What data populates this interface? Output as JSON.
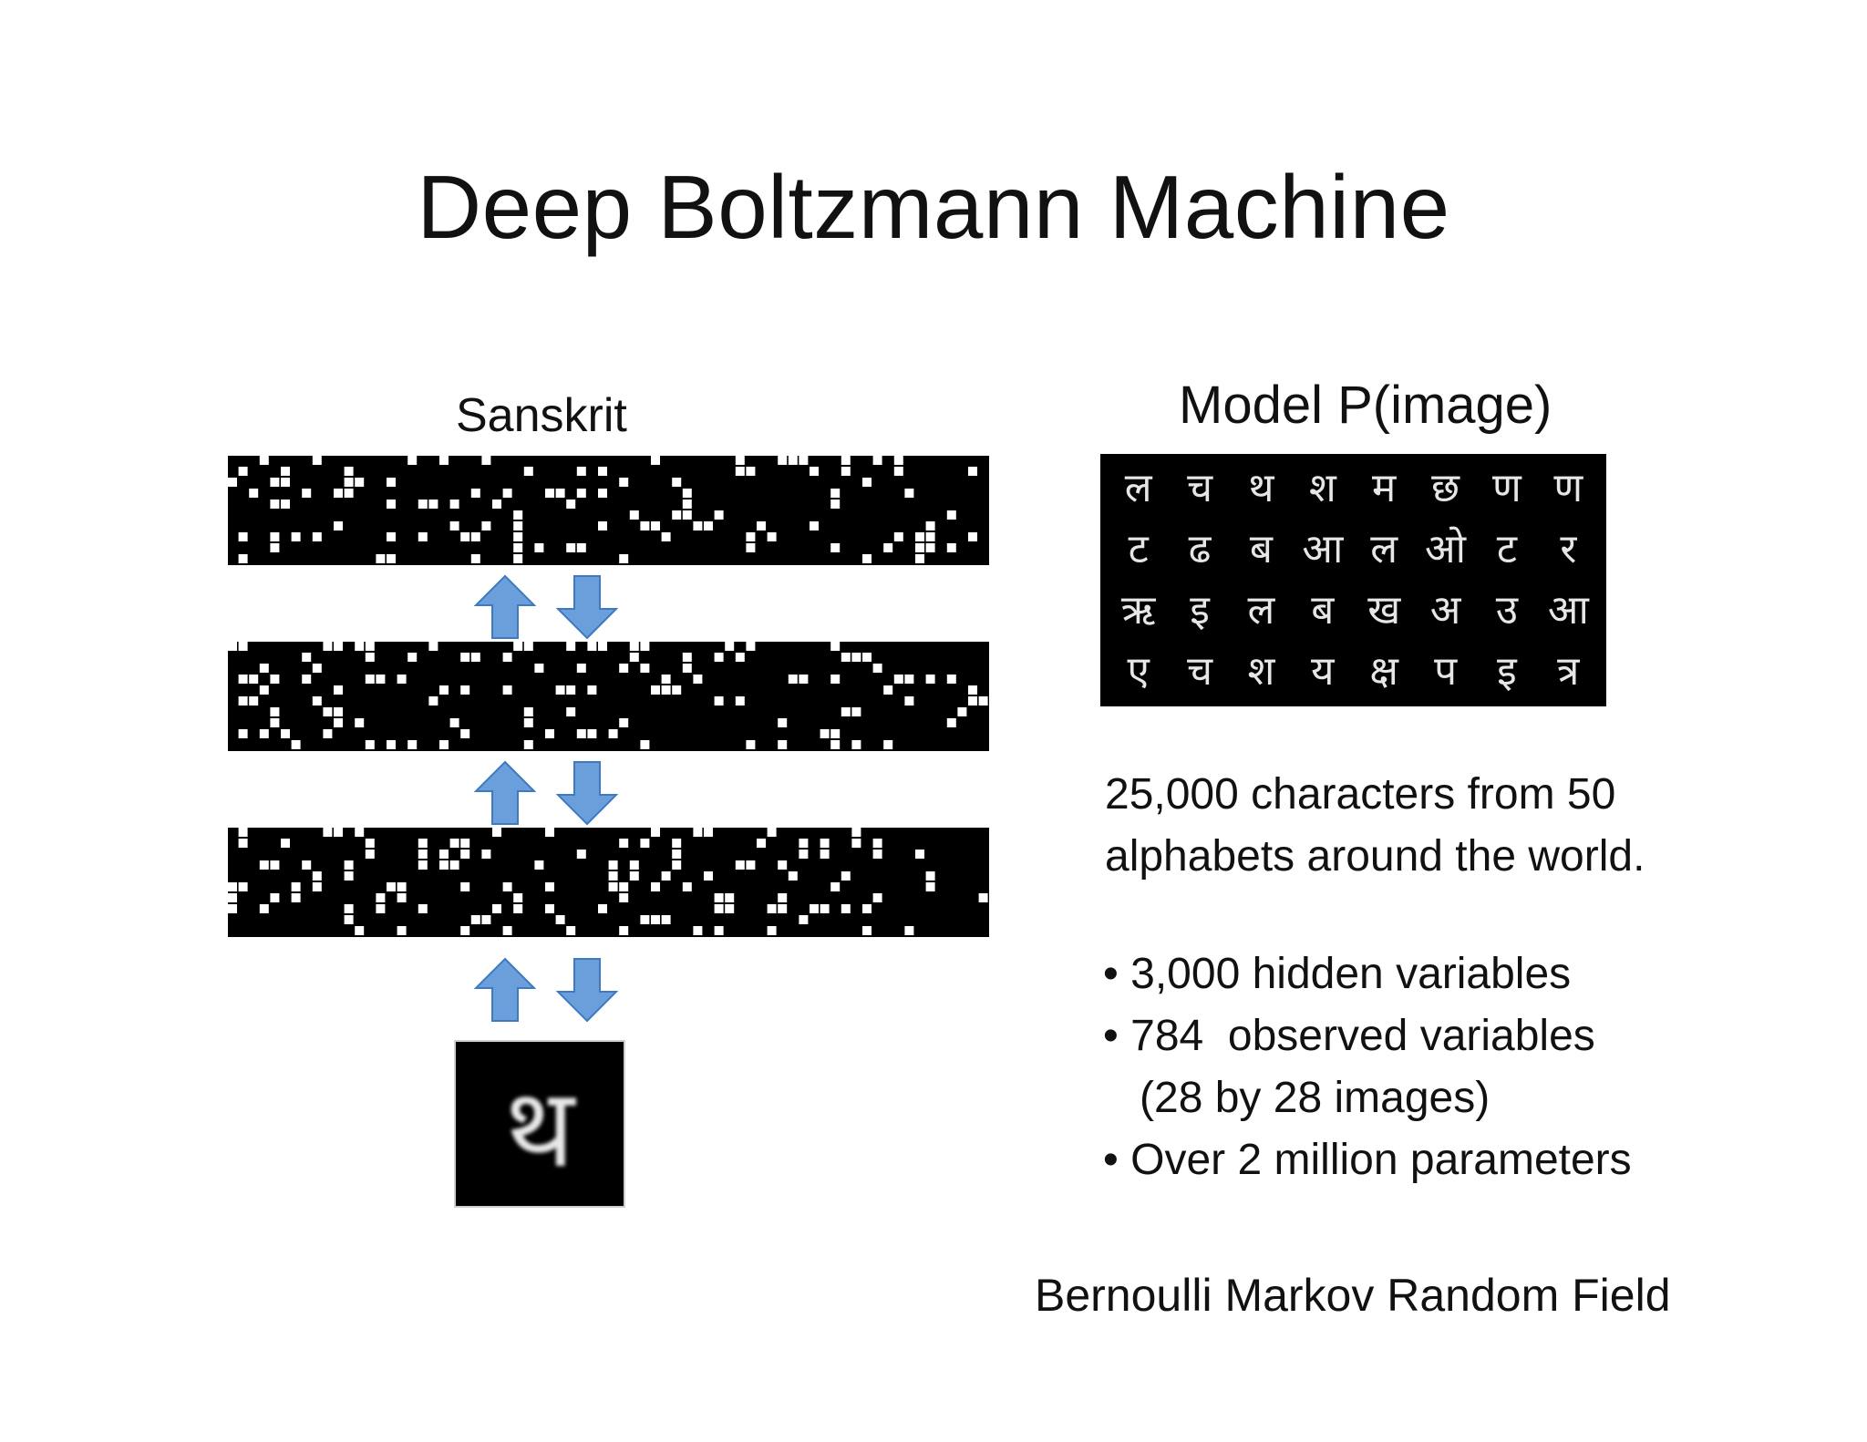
{
  "slide": {
    "title": "Deep Boltzmann Machine",
    "left_label": "Sanskrit",
    "right_label": "Model P(image)",
    "description_lines": [
      "25,000 characters from 50",
      "alphabets around the world."
    ],
    "bullets": [
      "• 3,000 hidden variables",
      "• 784  observed variables",
      "   (28 by 28 images)",
      "• Over 2 million parameters"
    ],
    "footer_note": "Bernoulli Markov Random Field",
    "input_character": "थ",
    "sample_characters": [
      "ल",
      "च",
      "थ",
      "श",
      "म",
      "छ",
      "ण",
      "ण",
      "ट",
      "ढ",
      "ब",
      "आ",
      "ल",
      "ओ",
      "ट",
      "र",
      "ऋ",
      "इ",
      "ल",
      "ब",
      "ख",
      "अ",
      "उ",
      "आ",
      "ए",
      "च",
      "श",
      "य",
      "क्ष",
      "प",
      "इ",
      "त्र"
    ],
    "colors": {
      "arrow_fill": "#6a9fdc",
      "arrow_stroke": "#3f79bf",
      "layer_background": "#000000",
      "unit_on": "#ffffff"
    },
    "icons": [
      "up-arrow-icon",
      "down-arrow-icon"
    ]
  }
}
